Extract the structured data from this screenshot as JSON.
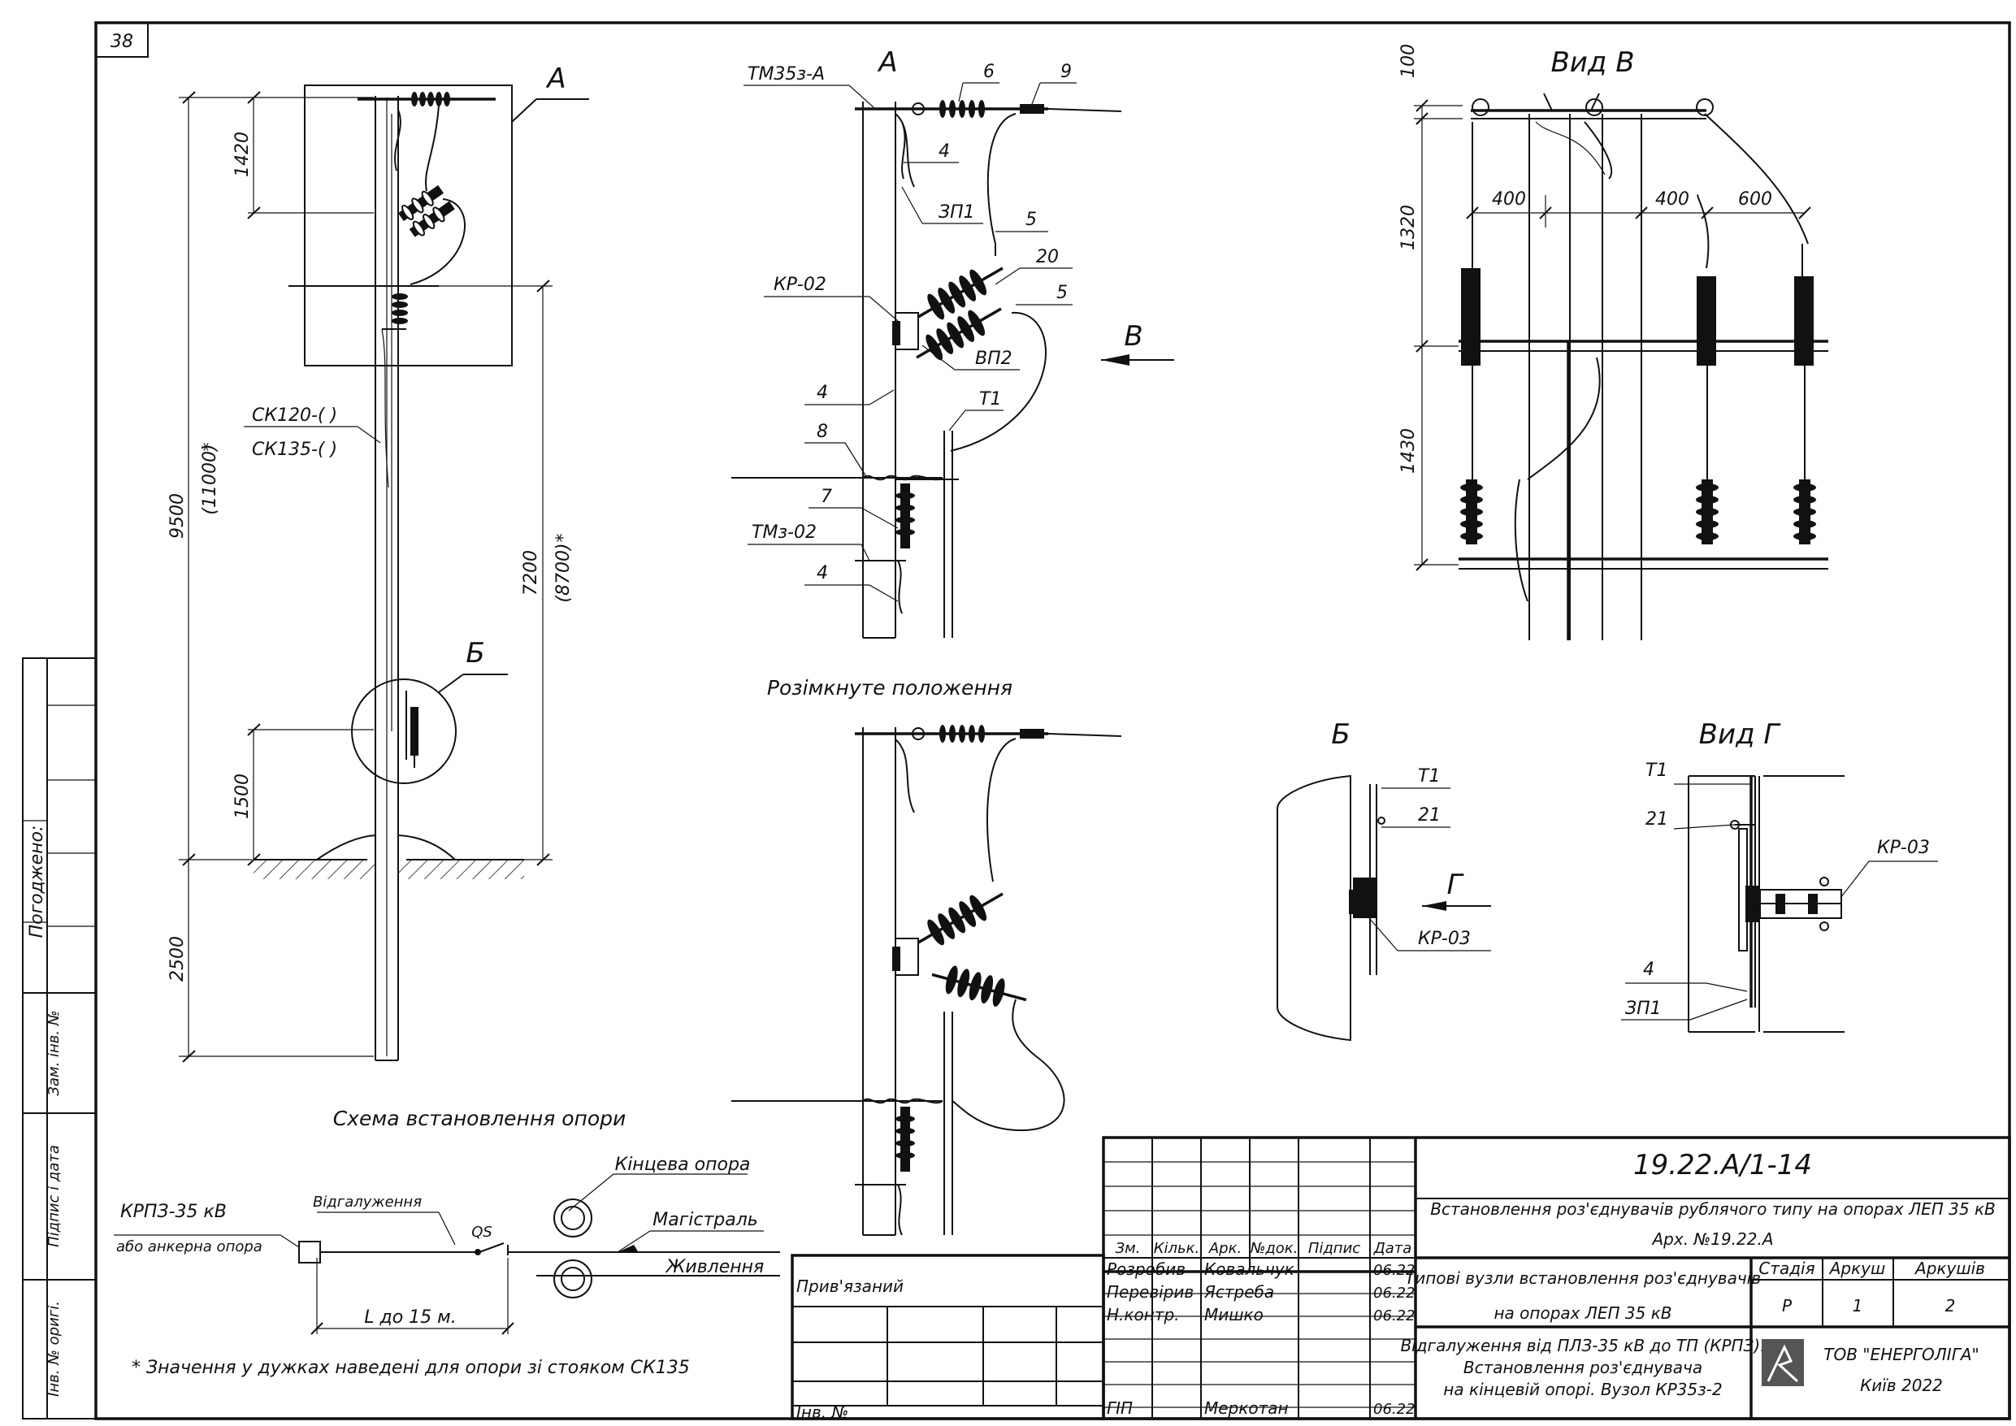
{
  "sheet_number": "38",
  "side_strip": {
    "agreed": "Погоджено:",
    "replaced_inv": "Зам. інв. №",
    "sign_date": "Підпис і дата",
    "orig_inv": "Інв. № оригі."
  },
  "left_view": {
    "callout_A": "А",
    "callout_B": "Б",
    "pole_label_1": "СК120-(   )",
    "pole_label_2": "СК135-(   )",
    "dims": {
      "d1420": "1420",
      "d9500": "9500",
      "d11000": "(11000)",
      "star": "*",
      "d1500": "1500",
      "d2500": "2500",
      "d7200": "7200",
      "d8700": "(8700)"
    }
  },
  "detail_A": {
    "title": "А",
    "labels": {
      "tm35": "ТМ35з-А",
      "n6": "6",
      "n9": "9",
      "n4a": "4",
      "zp1": "ЗП1",
      "n5a": "5",
      "n20": "20",
      "kr02": "КР-02",
      "n5b": "5",
      "vp2": "ВП2",
      "n4b": "4",
      "t1": "Т1",
      "n8": "8",
      "n7": "7",
      "tmz02": "ТМз-02",
      "n4c": "4"
    },
    "arrow_B": "В"
  },
  "open_position_title": "Розімкнуте положення",
  "view_V": {
    "title": "Вид В",
    "dims": {
      "d100": "100",
      "d1320": "1320",
      "d1430": "1430",
      "d400a": "400",
      "d400b": "400",
      "d600": "600"
    }
  },
  "detail_B": {
    "title": "Б",
    "t1": "Т1",
    "n21": "21",
    "arrow": "Г",
    "kr03": "КР-03"
  },
  "view_G": {
    "title": "Вид Г",
    "t1": "Т1",
    "n21": "21",
    "kr03": "КР-03",
    "n4": "4",
    "zp1": "ЗП1"
  },
  "scheme": {
    "title": "Схема встановлення опори",
    "krpz": "КРПЗ-35 кВ",
    "or_anchor": "або анкерна опора",
    "branch": "Відгалуження",
    "qs": "QS",
    "end_pole": "Кінцева опора",
    "main": "Магістраль",
    "feed": "Живлення",
    "length": "L до 15 м.",
    "note": "* Значення у дужках наведені для опори зі стояком СК135"
  },
  "title_block": {
    "code": "19.22.А/1-14",
    "title": "Встановлення роз'єднувачів рублячого типу на опорах ЛЕП 35 кВ",
    "arch": "Арх. №19.22.А",
    "bound": "Прив'язаний",
    "inv": "Інв. №",
    "headers": [
      "Зм.",
      "Кільк.",
      "Арк.",
      "№док.",
      "Підпис",
      "Дата"
    ],
    "rows": [
      {
        "role": "Розробив",
        "name": "Ковальчук",
        "date": "06.22"
      },
      {
        "role": "Перевірив",
        "name": "Ястреба",
        "date": "06.22"
      },
      {
        "role": "Н.контр.",
        "name": "Мишко",
        "date": "06.22"
      },
      {
        "role": "ГІП",
        "name": "Меркотан",
        "date": "06.22"
      }
    ],
    "section_1": "Типові вузли встановлення роз'єднувачів",
    "section_2": "на опорах ЛЕП 35 кВ",
    "stage_h": "Стадія",
    "sheet_h": "Аркуш",
    "sheets_h": "Аркушів",
    "stage": "Р",
    "sheet": "1",
    "sheets": "2",
    "desc_1": "Відгалуження від ПЛЗ-35 кВ до ТП (КРПЗ).",
    "desc_2": "Встановлення роз'єднувача",
    "desc_3": "на кінцевій опорі. Вузол КР35з-2",
    "company": "ТОВ \"ЕНЕРГОЛІГА\"",
    "city": "Київ 2022"
  }
}
